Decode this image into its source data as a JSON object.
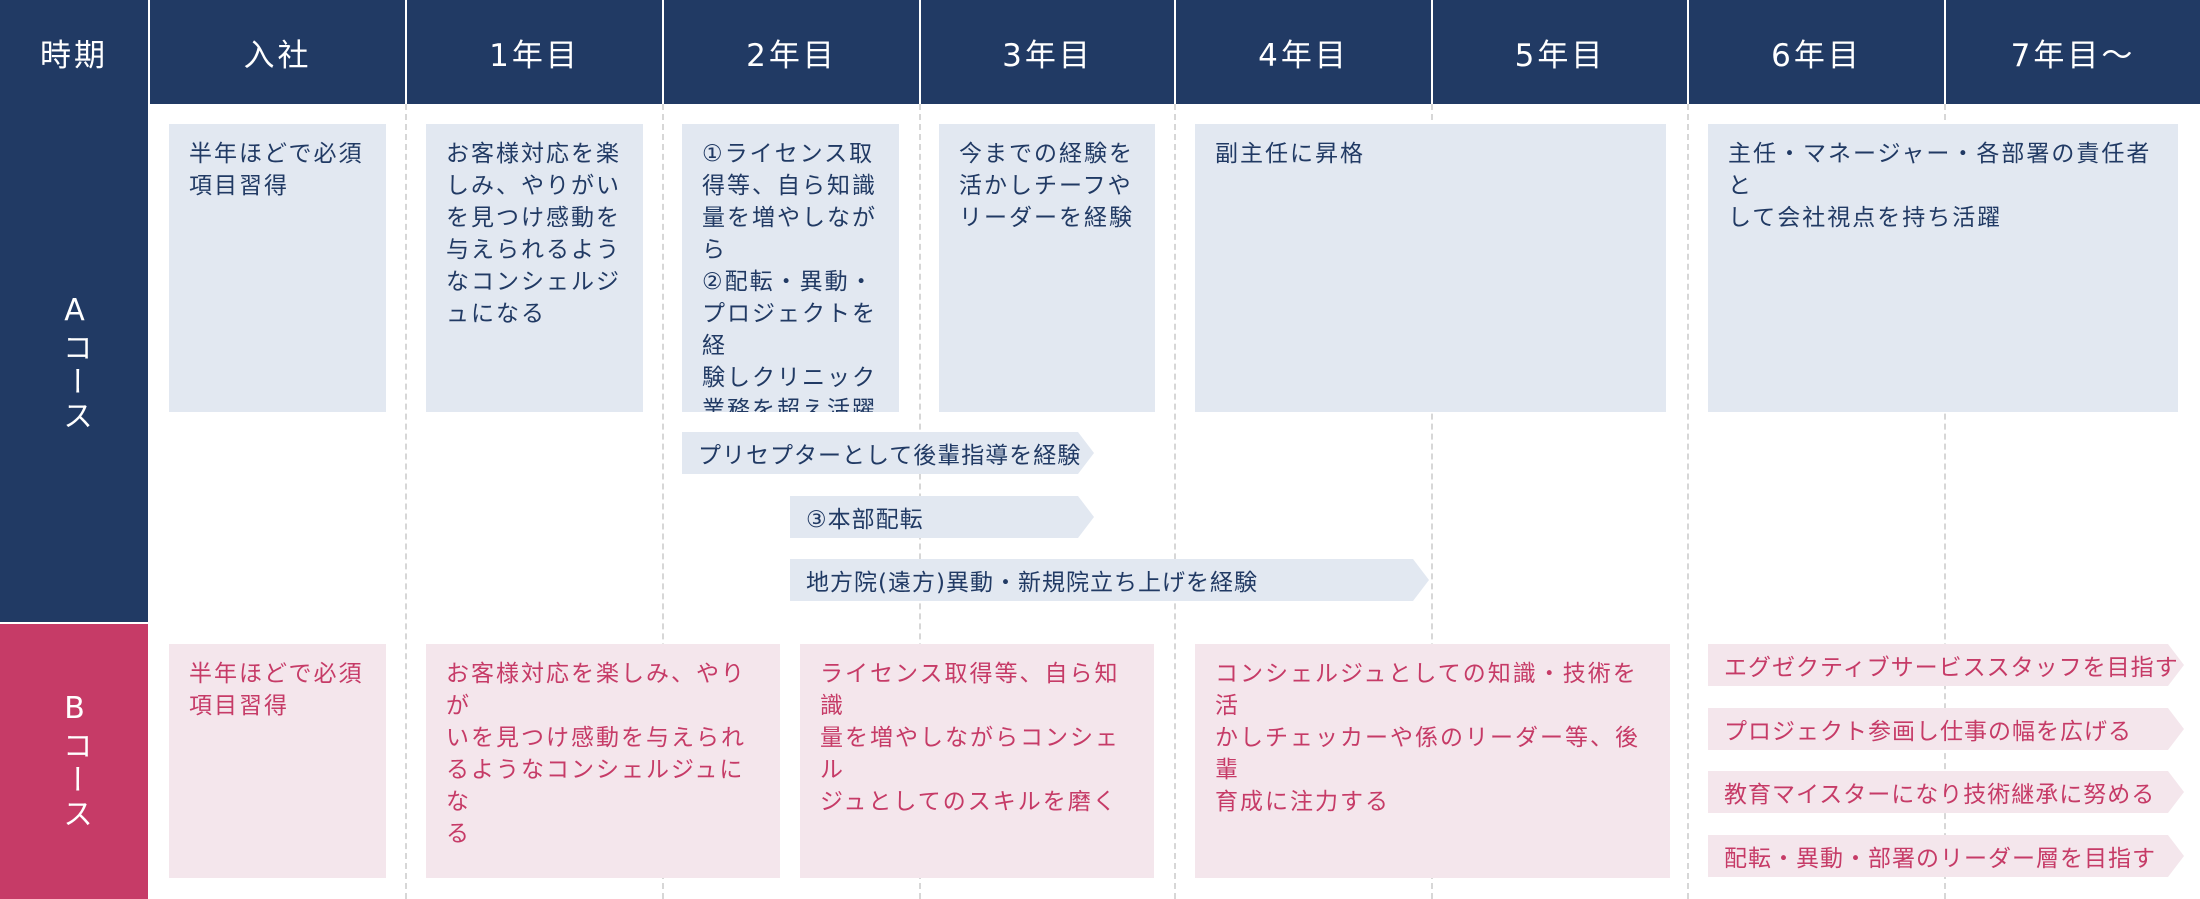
{
  "header": {
    "period_label": "時期",
    "columns": [
      "入社",
      "1年目",
      "2年目",
      "3年目",
      "4年目",
      "5年目",
      "6年目",
      "7年目〜"
    ]
  },
  "course_a": {
    "label": "Aコース",
    "boxes": [
      "半年ほどで必須\n項目習得",
      "お客様対応を楽\nしみ、やりがい\nを見つけ感動を\n与えられるよう\nなコンシェルジ\nュになる",
      "①ライセンス取\n得等、自ら知識\n量を増やしなが\nら\n②配転・異動・\nプロジェクトを経\n験しクリニック\n業務を超え活躍",
      "今までの経験を\n活かしチーフや\nリーダーを経験",
      "副主任に昇格",
      "主任・マネージャー・各部署の責任者と\nして会社視点を持ち活躍"
    ],
    "arrows": [
      "プリセプターとして後輩指導を経験",
      "③本部配転",
      "地方院(遠方)異動・新規院立ち上げを経験"
    ]
  },
  "course_b": {
    "label": "Bコース",
    "boxes": [
      "半年ほどで必須\n項目習得",
      "お客様対応を楽しみ、やりが\nいを見つけ感動を与えられ\nるようなコンシェルジュにな\nる",
      "ライセンス取得等、自ら知識\n量を増やしながらコンシェル\nジュとしてのスキルを磨く",
      "コンシェルジュとしての知識・技術を活\nかしチェッカーや係のリーダー等、後輩\n育成に注力する"
    ],
    "arrows": [
      "エグゼクティブサービススタッフを目指す",
      "プロジェクト参画し仕事の幅を広げる",
      "教育マイスターになり技術継承に努める",
      "配転・異動・部署のリーダー層を目指す"
    ]
  },
  "colors": {
    "navy": "#213a64",
    "crimson": "#c63b67",
    "a_box": "#e2e8f1",
    "b_box": "#f4e6ec"
  }
}
